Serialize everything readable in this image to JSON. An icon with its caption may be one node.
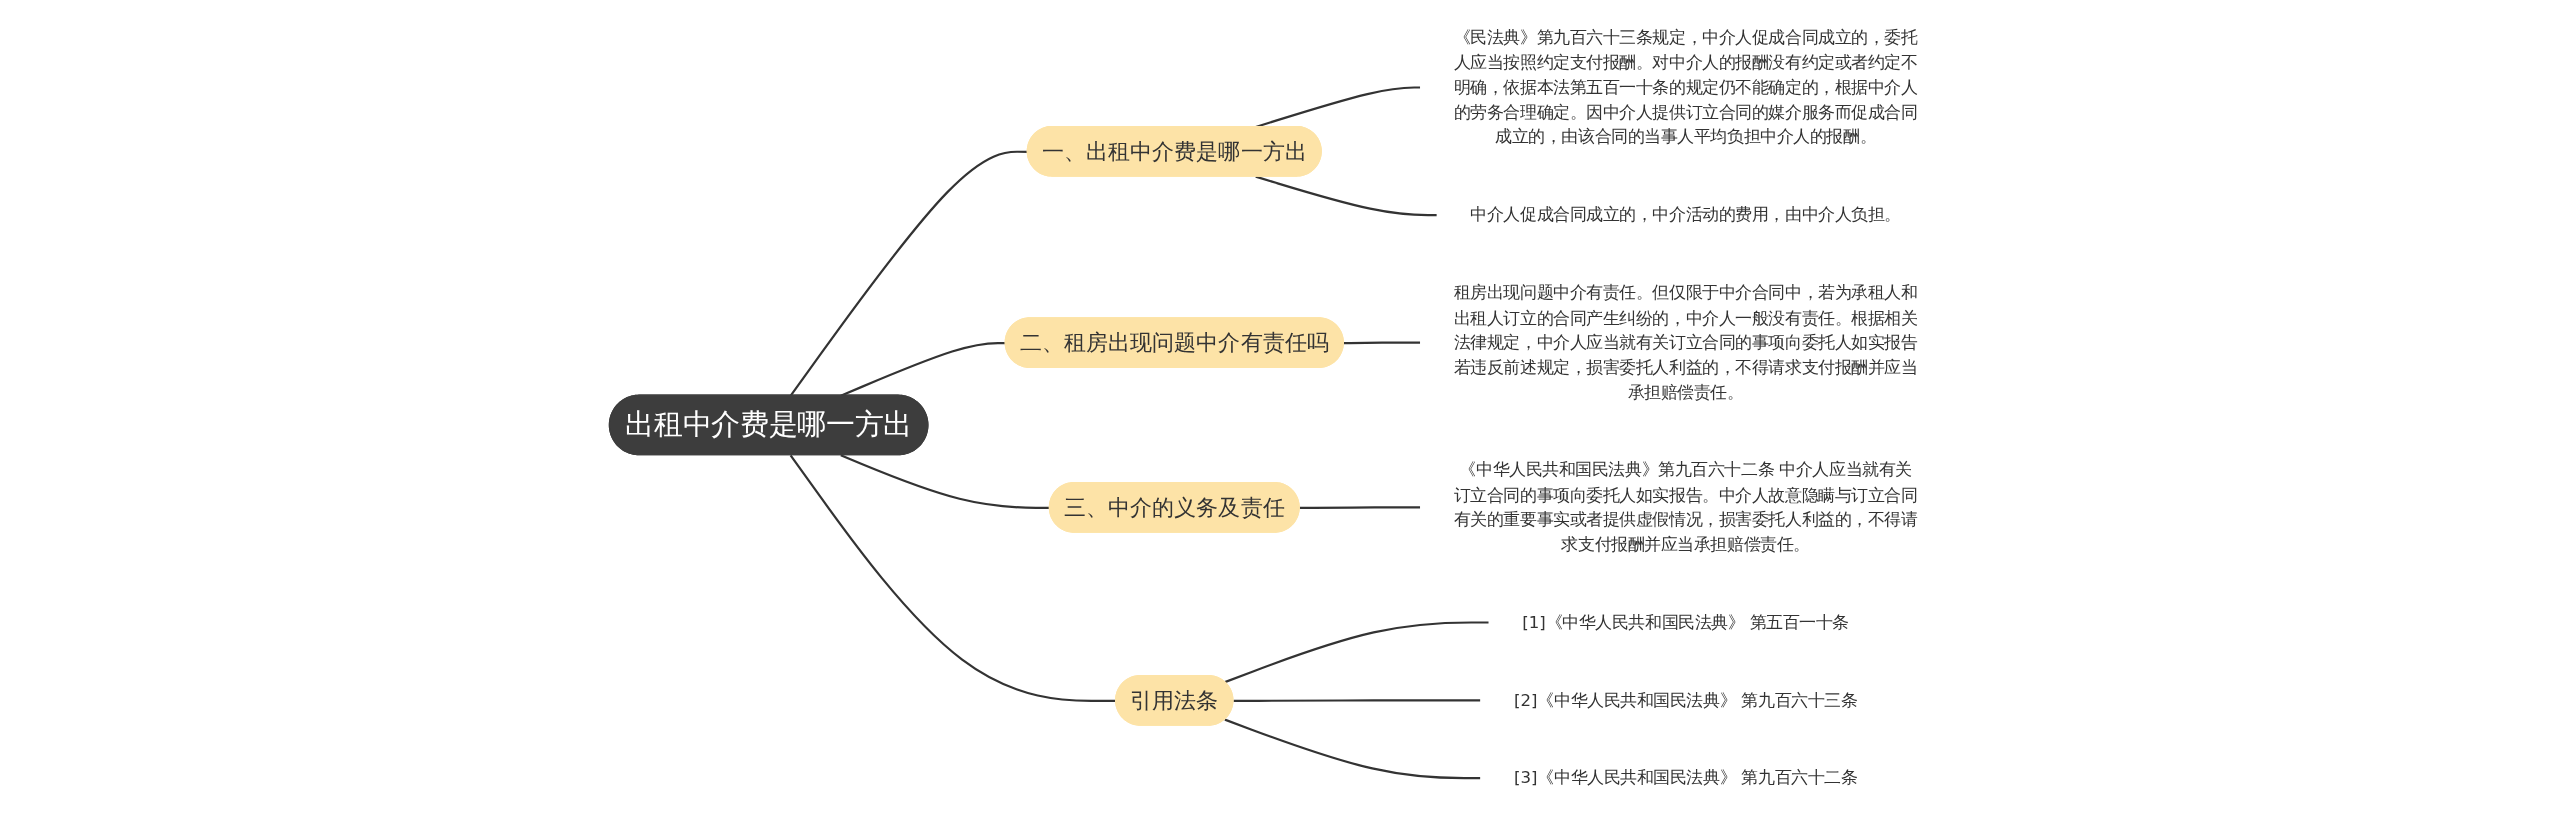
{
  "diagram": {
    "nodes": [
      {
        "text": [
          "出租中介费是哪一方出"
        ]
      },
      {
        "text": [
          "一、出租中介费是哪一方出"
        ]
      },
      {
        "text": [
          "《民法典》第九百六十三条规定，中介人促成合同成立的，委托人应当按照约定支付报酬。对中介人的报酬没有约定或者约定不明确，依据本法第五百一十条的规定仍不能确定的，根据中介人的劳务合理确定。因中介人提供订立合同的媒介服务而促成合同成立的，由该合同的当事人平均负担中介人的报酬。"
        ]
      },
      {
        "text": [
          "中介人促成合同成立的，中介活动的费用，由中介人负担。"
        ]
      },
      {
        "text": [
          "二、租房出现问题中介有责任吗"
        ]
      },
      {
        "text": [
          "租房出现问题中介有责任。但仅限于中介合同中，若为承租人和出租人订立的合同产生纠纷的，中介人一般没有责任。根据相关法律规定，中介人应当就有关订立合同的事项向委托人如实报告若违反前述规定，损害委托人利益的，不得请求支付报酬并应当承担赔偿责任。"
        ]
      },
      {
        "text": [
          "三、中介的义务及责任"
        ]
      },
      {
        "text": [
          "《中华人民共和国民法典》第九百六十二条 中介人应当就有关订立合同的事项向委托人如实报告。中介人故意隐瞒与订立合同有关的重要事实或者提供虚假情况，损害委托人利益的，不得请求支付报酬并应当承担赔偿责任。"
        ]
      },
      {
        "text": [
          "引用法条"
        ]
      },
      {
        "text": [
          "[1]《中华人民共和国民法典》 第五百一十条"
        ]
      },
      {
        "text": [
          "[2]《中华人民共和国民法典》 第九百六十三条"
        ]
      },
      {
        "text": [
          "[3]《中华人民共和国民法典》 第九百六十二条"
        ]
      }
    ],
    "edges": [
      {
        "from": 0,
        "to": 1,
        "arrow": "none"
      },
      {
        "from": 1,
        "to": 2,
        "arrow": "none"
      },
      {
        "from": 1,
        "to": 3,
        "arrow": "none"
      },
      {
        "from": 0,
        "to": 4,
        "arrow": "none"
      },
      {
        "from": 4,
        "to": 5,
        "arrow": "none"
      },
      {
        "from": 0,
        "to": 6,
        "arrow": "none"
      },
      {
        "from": 6,
        "to": 7,
        "arrow": "none"
      },
      {
        "from": 0,
        "to": 8,
        "arrow": "none"
      },
      {
        "from": 8,
        "to": 9,
        "arrow": "none"
      },
      {
        "from": 8,
        "to": 10,
        "arrow": "none"
      },
      {
        "from": 8,
        "to": 11,
        "arrow": "none"
      }
    ]
  }
}
